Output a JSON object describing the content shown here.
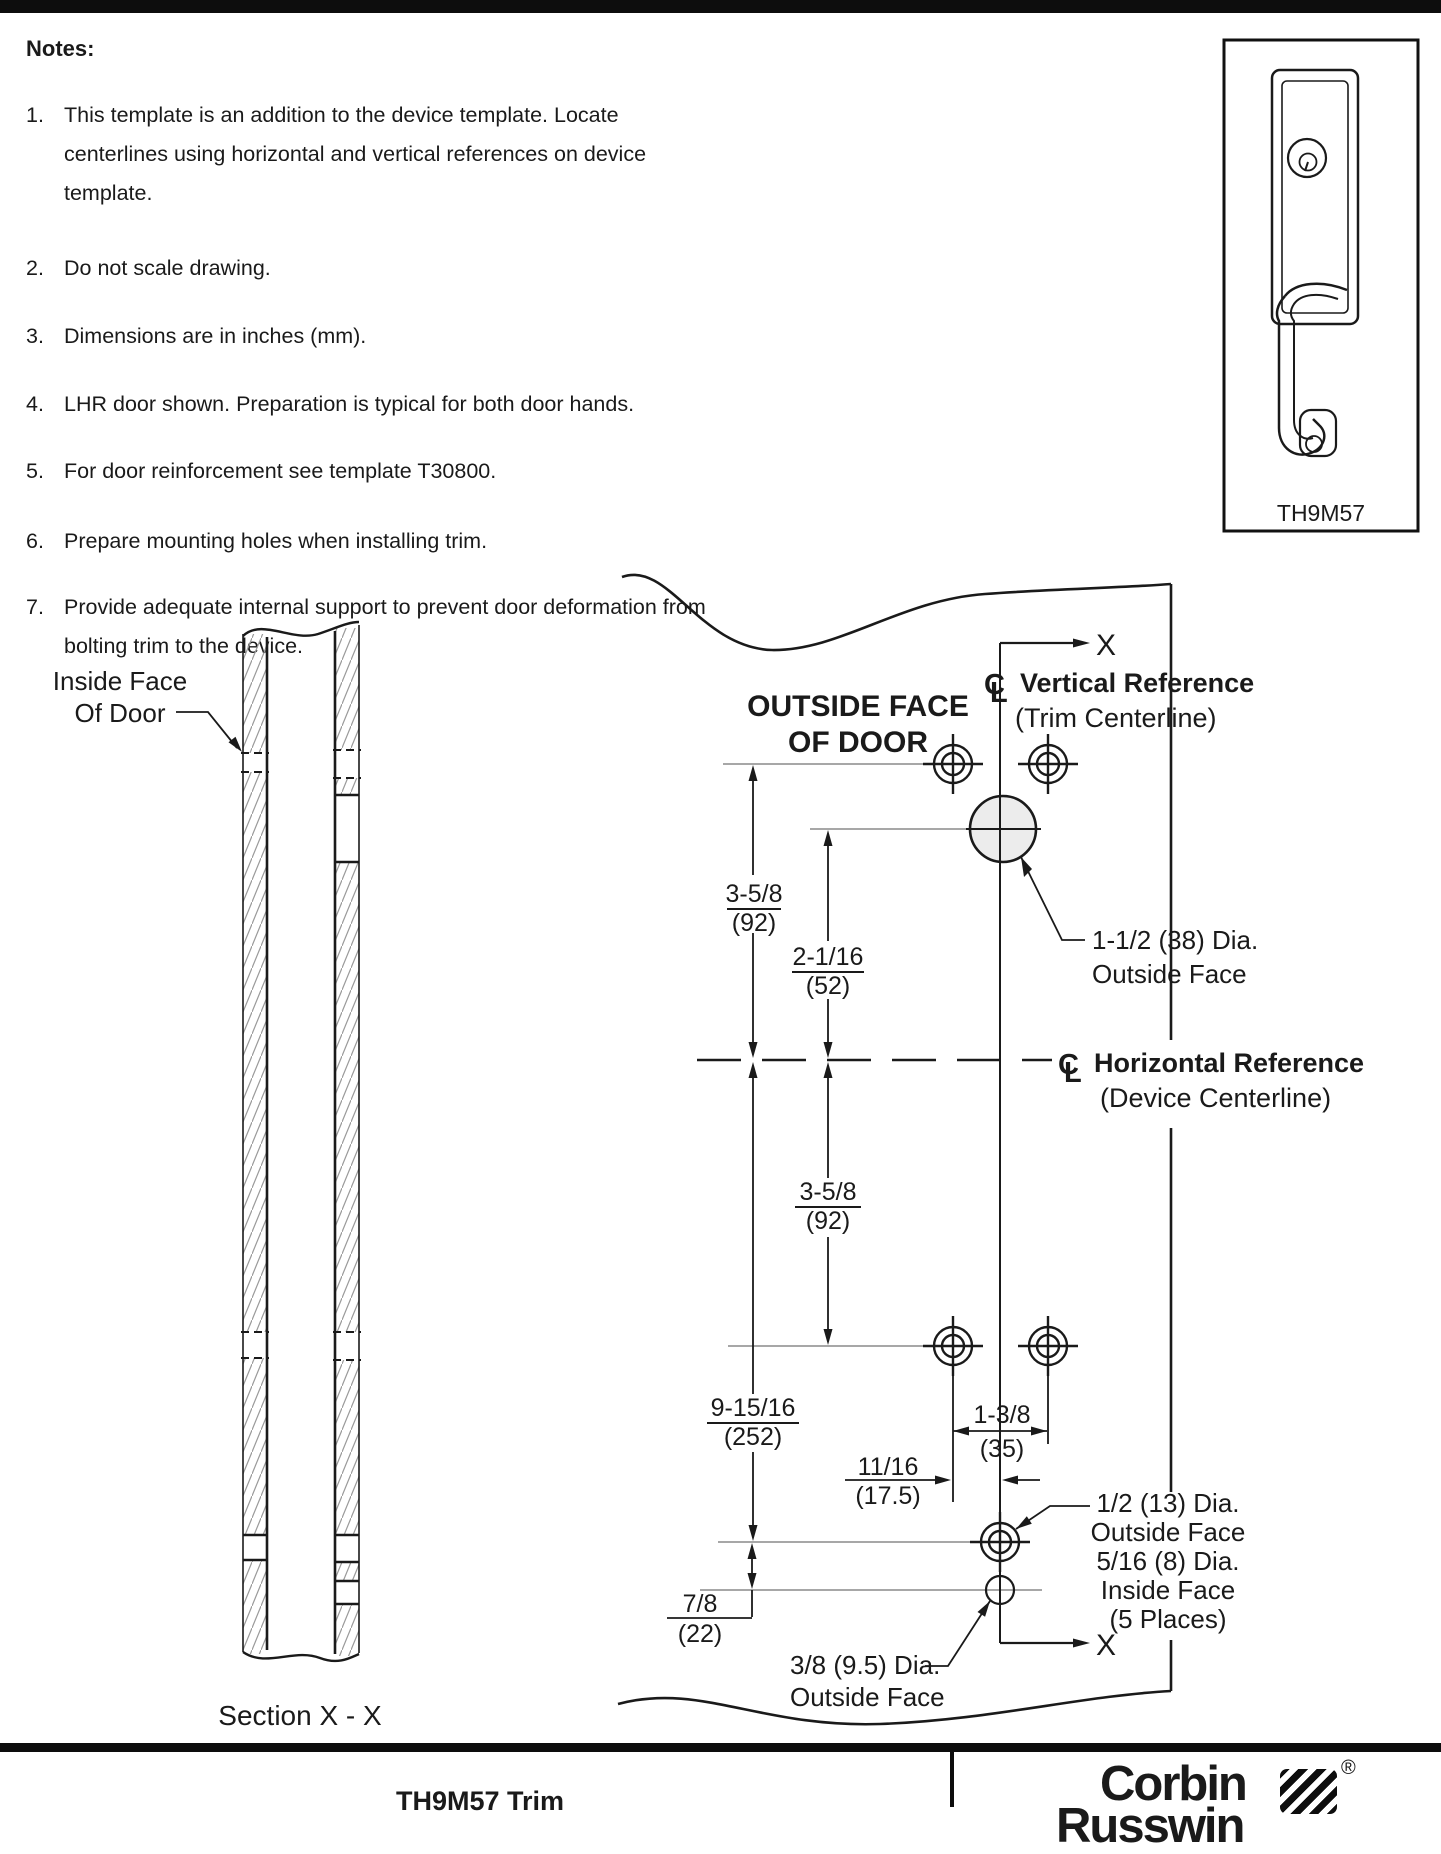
{
  "colors": {
    "ink": "#1a1a1a",
    "ext_line": "#8a8a8a",
    "hole_fill": "#ececec",
    "bar": "#0d0d0d"
  },
  "notes": {
    "heading": "Notes:",
    "items": [
      {
        "num": "1.",
        "lines": [
          "This template is an addition to the device template.  Locate",
          "centerlines using horizontal and vertical references on device",
          "template."
        ]
      },
      {
        "num": "2.",
        "lines": [
          "Do not scale drawing."
        ]
      },
      {
        "num": "3.",
        "lines": [
          "Dimensions are in inches (mm)."
        ]
      },
      {
        "num": "4.",
        "lines": [
          "LHR door shown. Preparation is typical for both door hands."
        ]
      },
      {
        "num": "5.",
        "lines": [
          "For door reinforcement see template T30800."
        ]
      },
      {
        "num": "6.",
        "lines": [
          "Prepare mounting holes when installing trim."
        ]
      },
      {
        "num": "7.",
        "lines": [
          "Provide adequate internal support to prevent door deformation from",
          "bolting trim to the device."
        ]
      }
    ]
  },
  "trim_box": {
    "model": "TH9M57"
  },
  "section": {
    "title": "Section X - X",
    "inside_face": [
      "Inside Face",
      "Of Door"
    ]
  },
  "template": {
    "outside_face": [
      "OUTSIDE FACE",
      "OF DOOR"
    ],
    "axis_x_top": "X",
    "axis_x_bottom": "X",
    "vertical_ref": {
      "cl_c": "C",
      "cl_l": "L",
      "title": "Vertical Reference",
      "subtitle": "(Trim Centerline)"
    },
    "horizontal_ref": {
      "cl_c": "C",
      "cl_l": "L",
      "title": "Horizontal Reference",
      "subtitle": "(Device Centerline)"
    },
    "dims": {
      "top_row_to_ref": {
        "v": "3-5/8",
        "mm": "(92)"
      },
      "cyl_to_ref": {
        "v": "2-1/16",
        "mm": "(52)"
      },
      "ref_to_bottom_row": {
        "v": "3-5/8",
        "mm": "(92)"
      },
      "ref_to_bolt": {
        "v": "9-15/16",
        "mm": "(252)"
      },
      "row_spread": {
        "v": "1-3/8",
        "mm": "(35)"
      },
      "row_half": {
        "v": "11/16",
        "mm": "(17.5)"
      },
      "bolt_to_small": {
        "v": "7/8",
        "mm": "(22)"
      }
    },
    "callouts": {
      "cylinder": [
        "1-1/2 (38) Dia.",
        "Outside Face"
      ],
      "mounting": [
        "1/2 (13) Dia.",
        "Outside Face",
        "5/16 (8) Dia.",
        "Inside Face",
        "(5 Places)"
      ],
      "small_hole": [
        "3/8 (9.5) Dia.",
        "Outside Face"
      ]
    }
  },
  "footer": {
    "doc_title": "TH9M57 Trim",
    "brand_top": "Corbin",
    "brand_bottom": "Russwin",
    "registered": "®"
  }
}
